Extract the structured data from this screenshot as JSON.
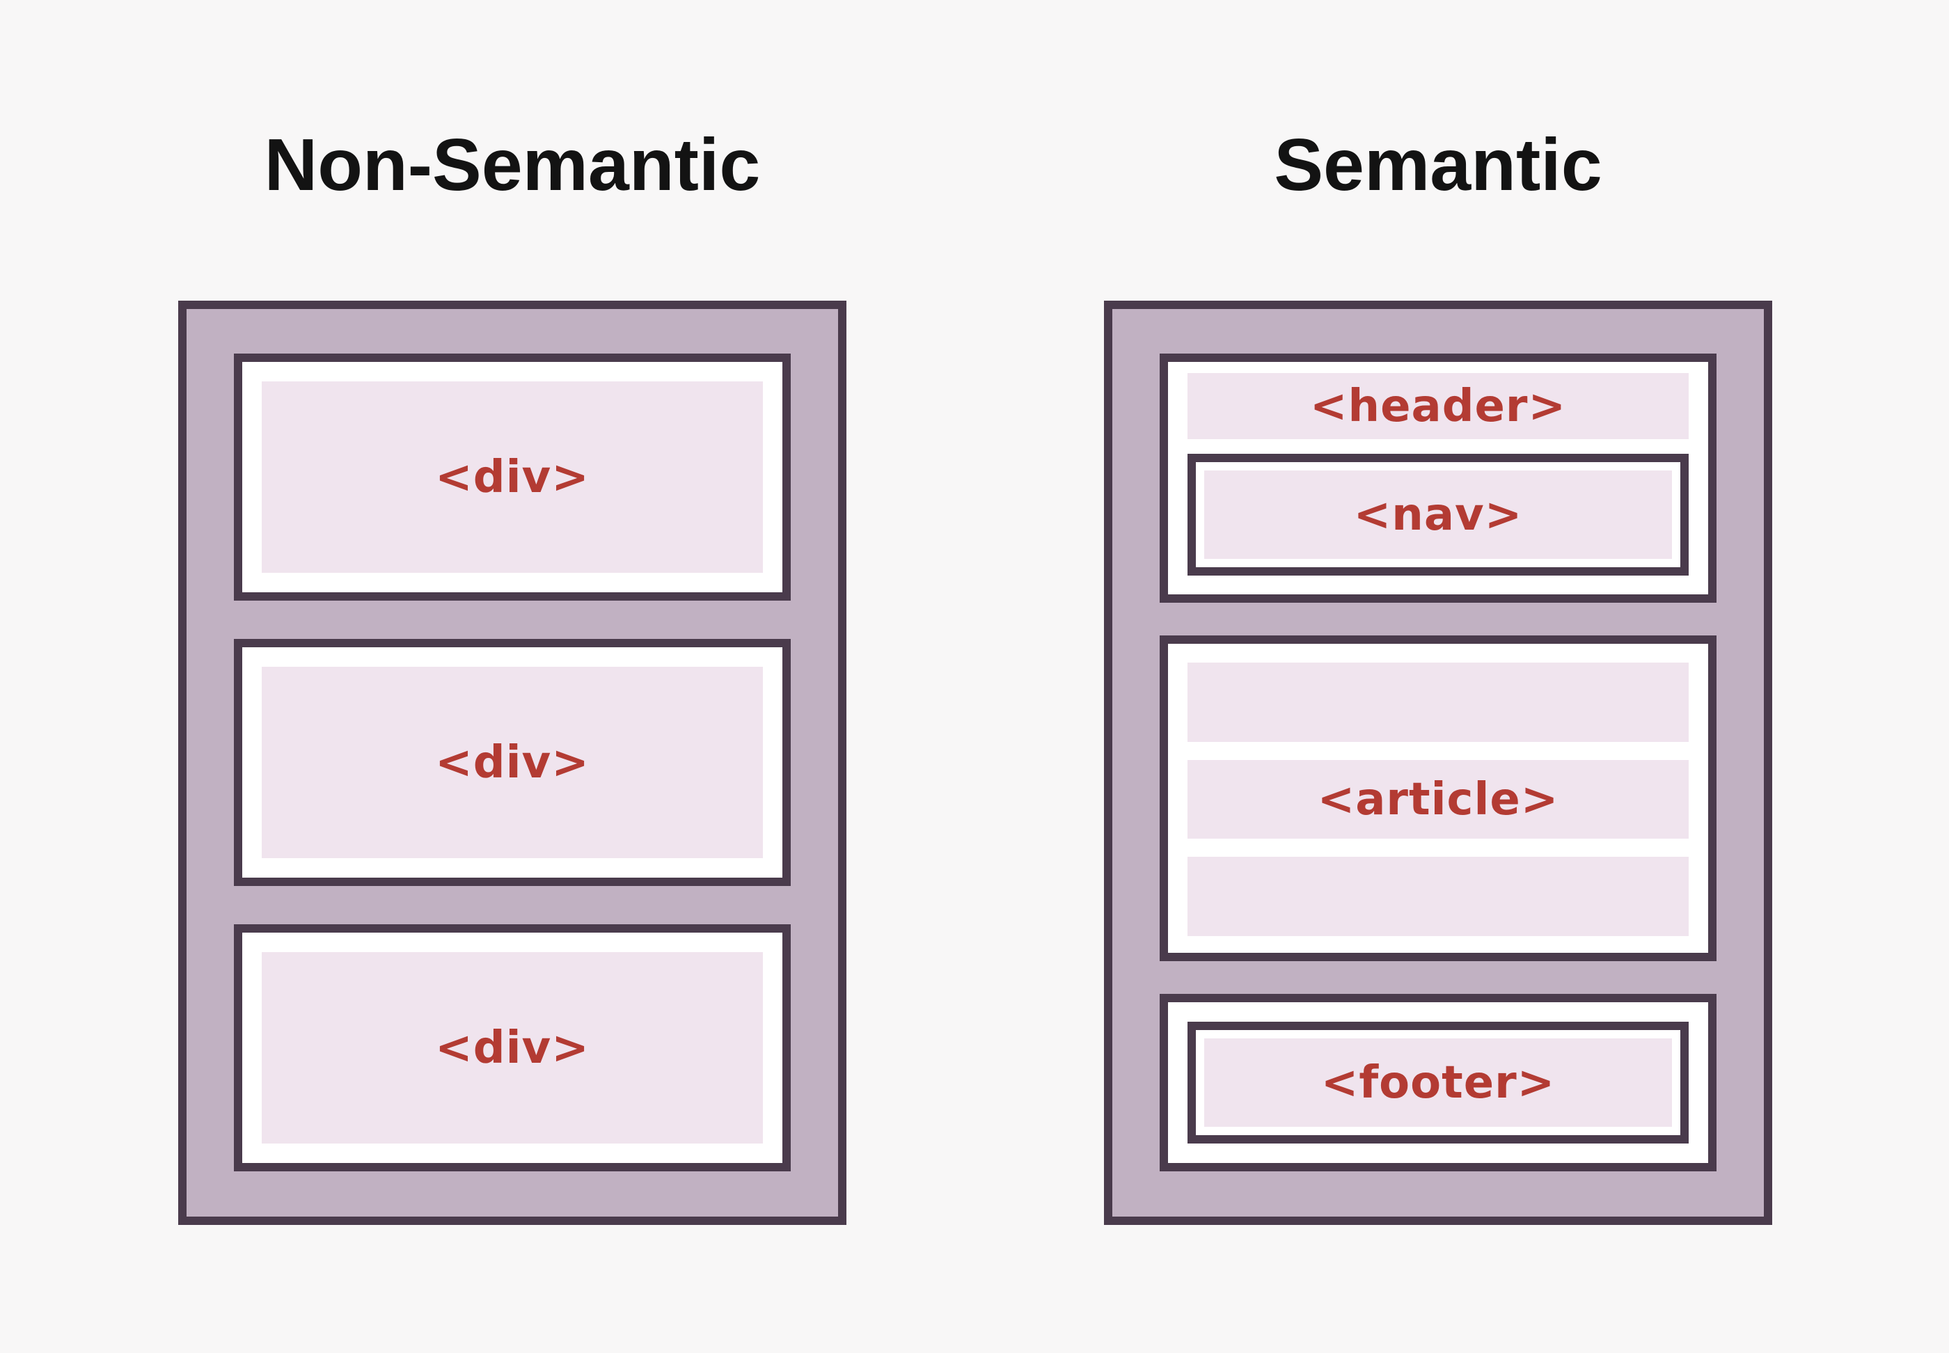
{
  "titles": {
    "left": "Non-Semantic",
    "right": "Semantic"
  },
  "non_semantic": {
    "boxes": [
      {
        "label": "<div>"
      },
      {
        "label": "<div>"
      },
      {
        "label": "<div>"
      }
    ]
  },
  "semantic": {
    "header_label": "<header>",
    "nav_label": "<nav>",
    "article_label": "<article>",
    "footer_label": "<footer>"
  },
  "colors": {
    "background": "#f8f7f7",
    "frame_border": "#4a3b4c",
    "container_fill": "#c1b1c2",
    "box_fill": "#ffffff",
    "strip_fill": "#f0e4ee",
    "tag_text": "#b33b33",
    "title_text": "#131313"
  }
}
